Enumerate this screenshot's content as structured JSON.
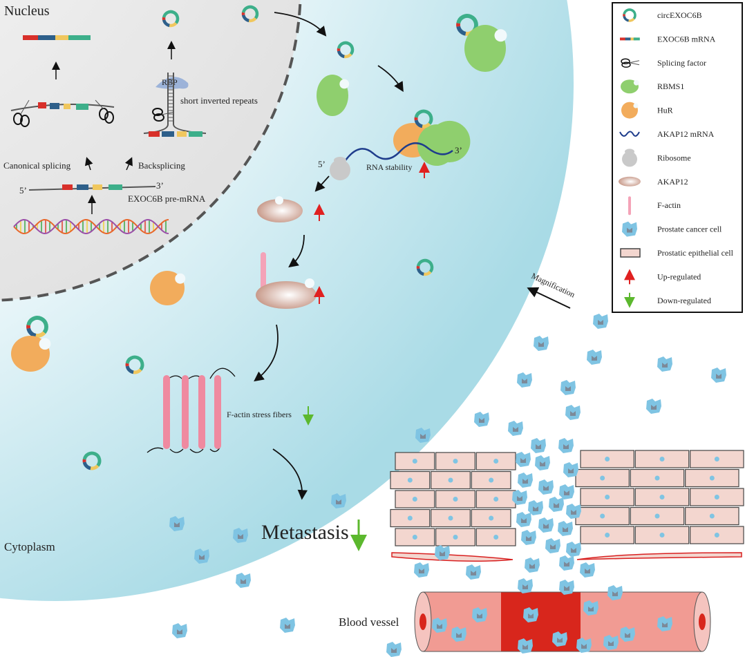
{
  "compartments": {
    "nucleus": "Nucleus",
    "cytoplasm": "Cytoplasm"
  },
  "nucleus_labels": {
    "rbp": "RBP",
    "short_inverted_repeats": "short inverted repeats",
    "canonical_splicing": "Canonical splicing",
    "backsplicing": "Backsplicing",
    "five_prime": "5’",
    "three_prime": "3’",
    "pre_mrna": "EXOC6B pre-mRNA"
  },
  "cytoplasm_labels": {
    "five_prime": "5’",
    "three_prime": "3’",
    "rna_stability": "RNA stability",
    "stress_fibers": "F-actin stress fibers",
    "metastasis": "Metastasis",
    "magnification": "Magnification",
    "blood_vessel": "Blood vessel"
  },
  "legend": [
    {
      "icon": "circrna-icon",
      "label": "circEXOC6B"
    },
    {
      "icon": "mrna-icon",
      "label": "EXOC6B mRNA"
    },
    {
      "icon": "scissors-icon",
      "label": "Splicing factor"
    },
    {
      "icon": "rbms1-icon",
      "label": "RBMS1"
    },
    {
      "icon": "hur-icon",
      "label": "HuR"
    },
    {
      "icon": "wave-icon",
      "label": "AKAP12 mRNA"
    },
    {
      "icon": "ribosome-icon",
      "label": "Ribosome"
    },
    {
      "icon": "akap12-icon",
      "label": "AKAP12"
    },
    {
      "icon": "f-actin-icon",
      "label": "F-actin"
    },
    {
      "icon": "cancer-cell-icon",
      "label": "Prostate cancer cell"
    },
    {
      "icon": "epithelial-cell-icon",
      "label": "Prostatic epithelial cell"
    },
    {
      "icon": "up-arrow-icon",
      "label": "Up-regulated"
    },
    {
      "icon": "down-arrow-icon",
      "label": "Down-regulated"
    }
  ],
  "colors": {
    "red": "#d8302a",
    "blue": "#2d5f8a",
    "yellow": "#f0c75e",
    "green": "#3daf8a",
    "rbms1": "#8fcf6e",
    "hur": "#f2ac5c",
    "cancer": "#7fc4e3",
    "epithelial": "#f3d6cf",
    "up": "#e02020",
    "down": "#5cb82e"
  }
}
